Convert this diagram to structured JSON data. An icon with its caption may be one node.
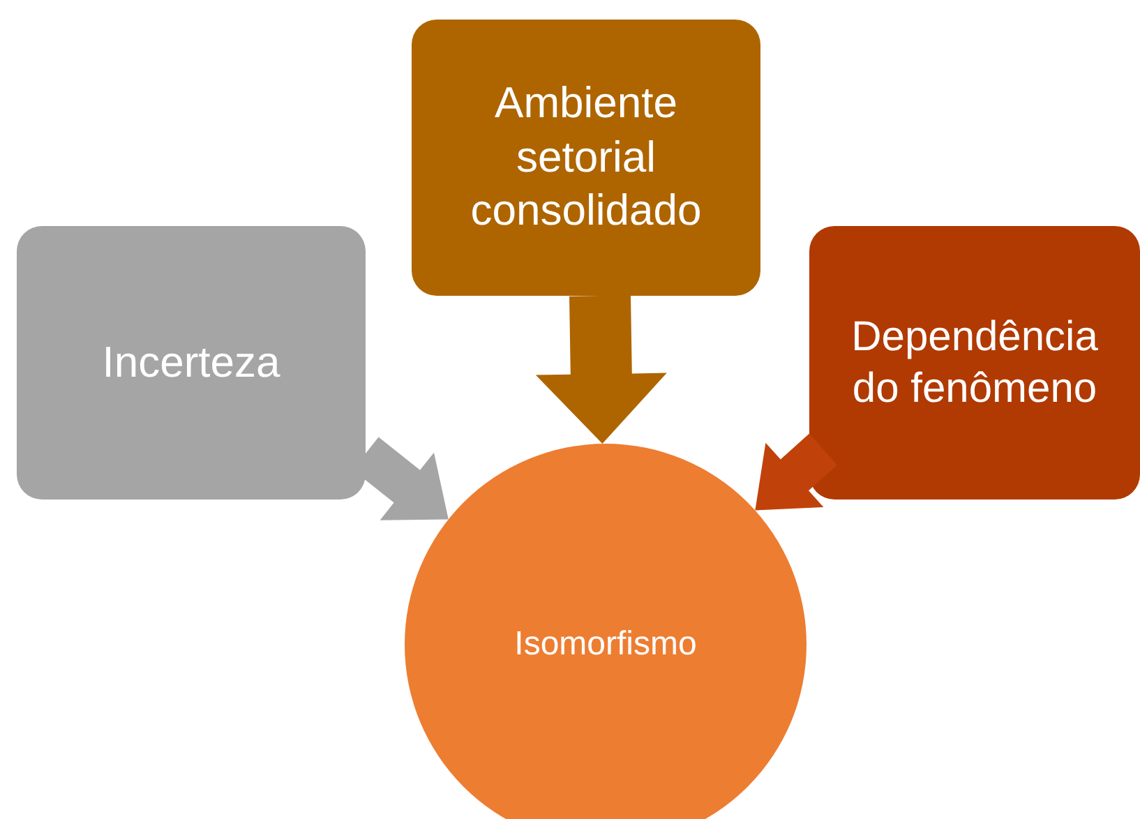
{
  "diagram": {
    "nodes": [
      {
        "text": [
          "Incerteza"
        ]
      },
      {
        "text": [
          "Ambiente setorial consolidado"
        ]
      },
      {
        "text": [
          "Dependência do fenômeno"
        ]
      },
      {
        "text": [
          "Isomorfismo"
        ]
      }
    ],
    "edges": [
      {
        "from": 0,
        "to": 3,
        "arrow": "to",
        "color": "#a5a5a5"
      },
      {
        "from": 1,
        "to": 3,
        "arrow": "to",
        "color": "#ae6500"
      },
      {
        "from": 2,
        "to": 3,
        "arrow": "to",
        "color": "#c0420a"
      }
    ]
  }
}
